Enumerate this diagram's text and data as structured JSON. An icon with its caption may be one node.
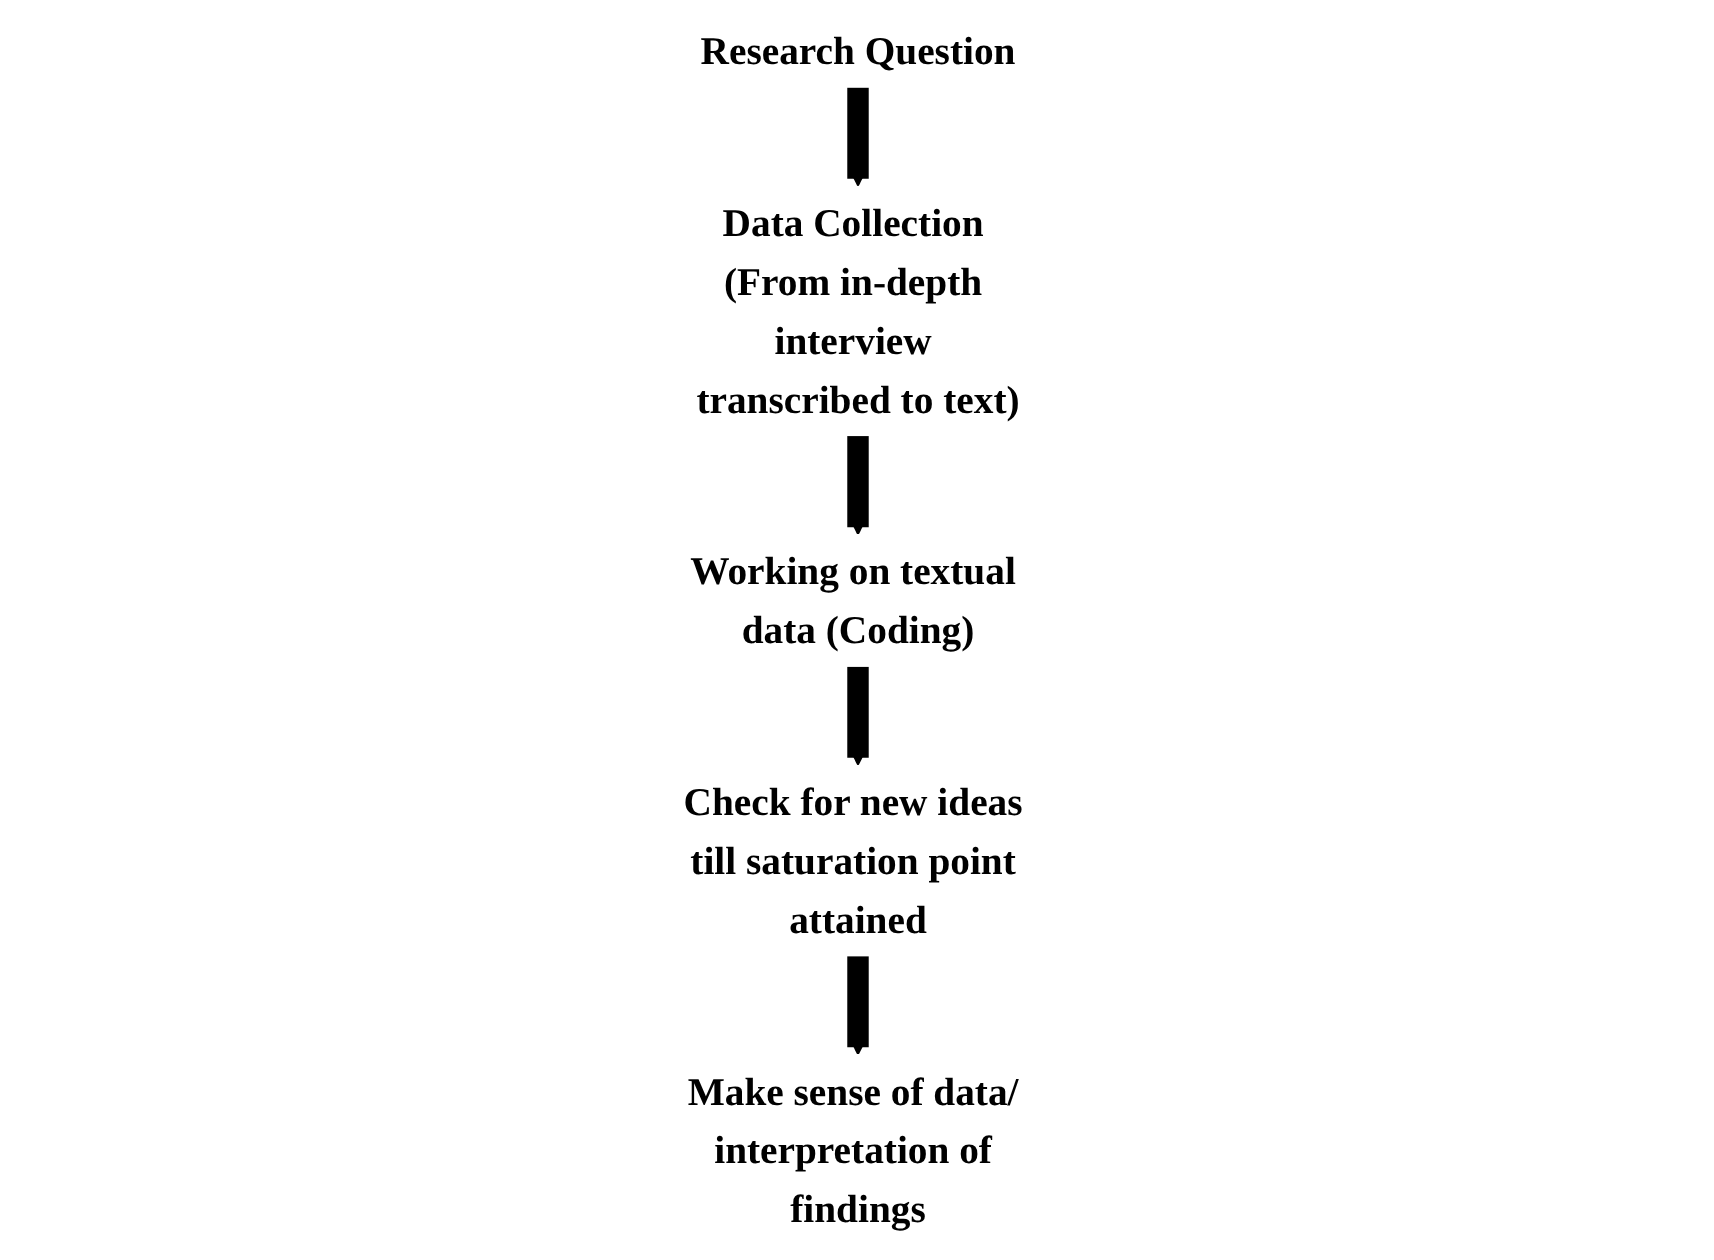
{
  "diagram": {
    "nodes": [
      {
        "text": [
          "Research Question"
        ]
      },
      {
        "text": [
          "Data Collection (From in-depth interview transcribed to text)"
        ]
      },
      {
        "text": [
          "Working on textual data (Coding)"
        ]
      },
      {
        "text": [
          "Check for new ideas till saturation point attained"
        ]
      },
      {
        "text": [
          "Make sense of data/ interpretation of findings"
        ]
      }
    ],
    "edges": [
      {
        "from": 0,
        "to": 1,
        "arrow": "to"
      },
      {
        "from": 1,
        "to": 2,
        "arrow": "to"
      },
      {
        "from": 2,
        "to": 3,
        "arrow": "to"
      },
      {
        "from": 3,
        "to": 4,
        "arrow": "to"
      }
    ]
  }
}
